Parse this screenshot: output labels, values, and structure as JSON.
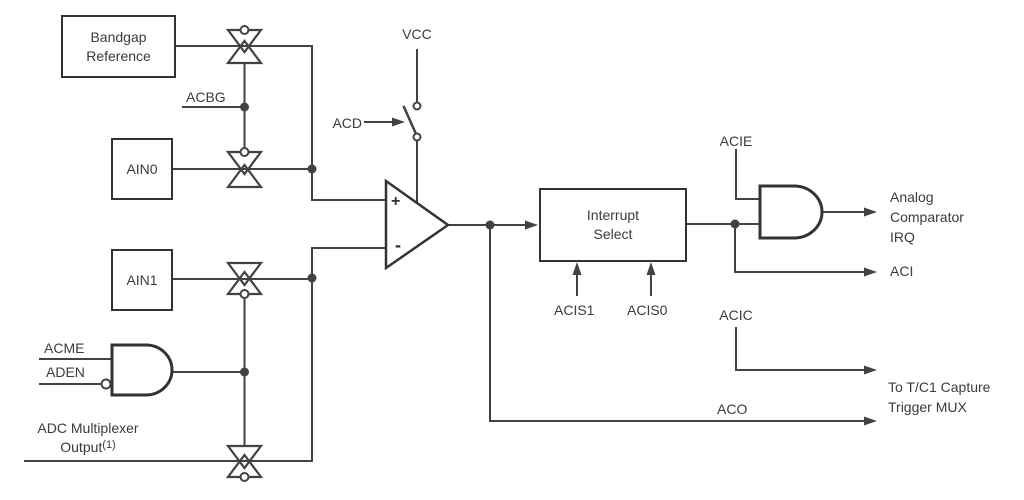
{
  "blocks": {
    "bandgap": {
      "line1": "Bandgap",
      "line2": "Reference"
    },
    "ain0": {
      "label": "AIN0"
    },
    "ain1": {
      "label": "AIN1"
    },
    "interrupt_select": {
      "line1": "Interrupt",
      "line2": "Select"
    }
  },
  "signals": {
    "vcc": "VCC",
    "acd": "ACD",
    "acbg": "ACBG",
    "acme": "ACME",
    "aden": "ADEN",
    "acie": "ACIE",
    "aci": "ACI",
    "acic": "ACIC",
    "aco": "ACO",
    "acis1": "ACIS1",
    "acis0": "ACIS0"
  },
  "labels": {
    "adc_mux_line1": "ADC Multiplexer",
    "adc_mux_line2": "Output",
    "adc_mux_note": "(1)",
    "irq_line1": "Analog",
    "irq_line2": "Comparator",
    "irq_line3": "IRQ",
    "tc1_line1": "To T/C1 Capture",
    "tc1_line2": "Trigger MUX"
  },
  "comparator": {
    "plus": "+",
    "minus": "-"
  },
  "colors": {
    "line": "#424242",
    "box_border": "#333333",
    "text": "#3b3b3b",
    "background": "#ffffff"
  }
}
